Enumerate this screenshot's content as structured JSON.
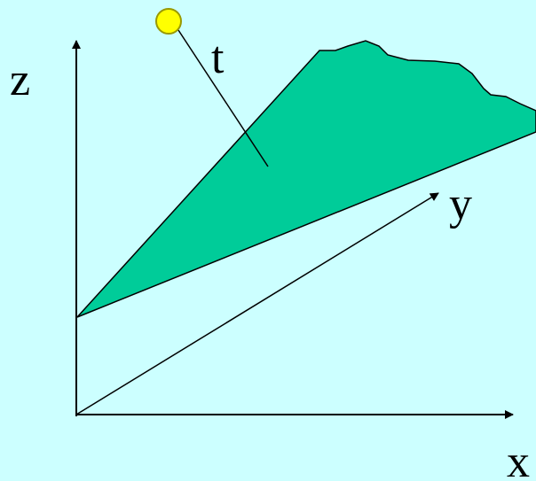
{
  "labels": {
    "z_axis": "z",
    "y_axis": "y",
    "x_axis": "x",
    "t_marker": "t"
  },
  "colors": {
    "background": "#CCFFFF",
    "plane_fill": "#00CC99",
    "line": "#000000",
    "marker_fill": "#FFFF00",
    "marker_stroke": "#999900"
  }
}
